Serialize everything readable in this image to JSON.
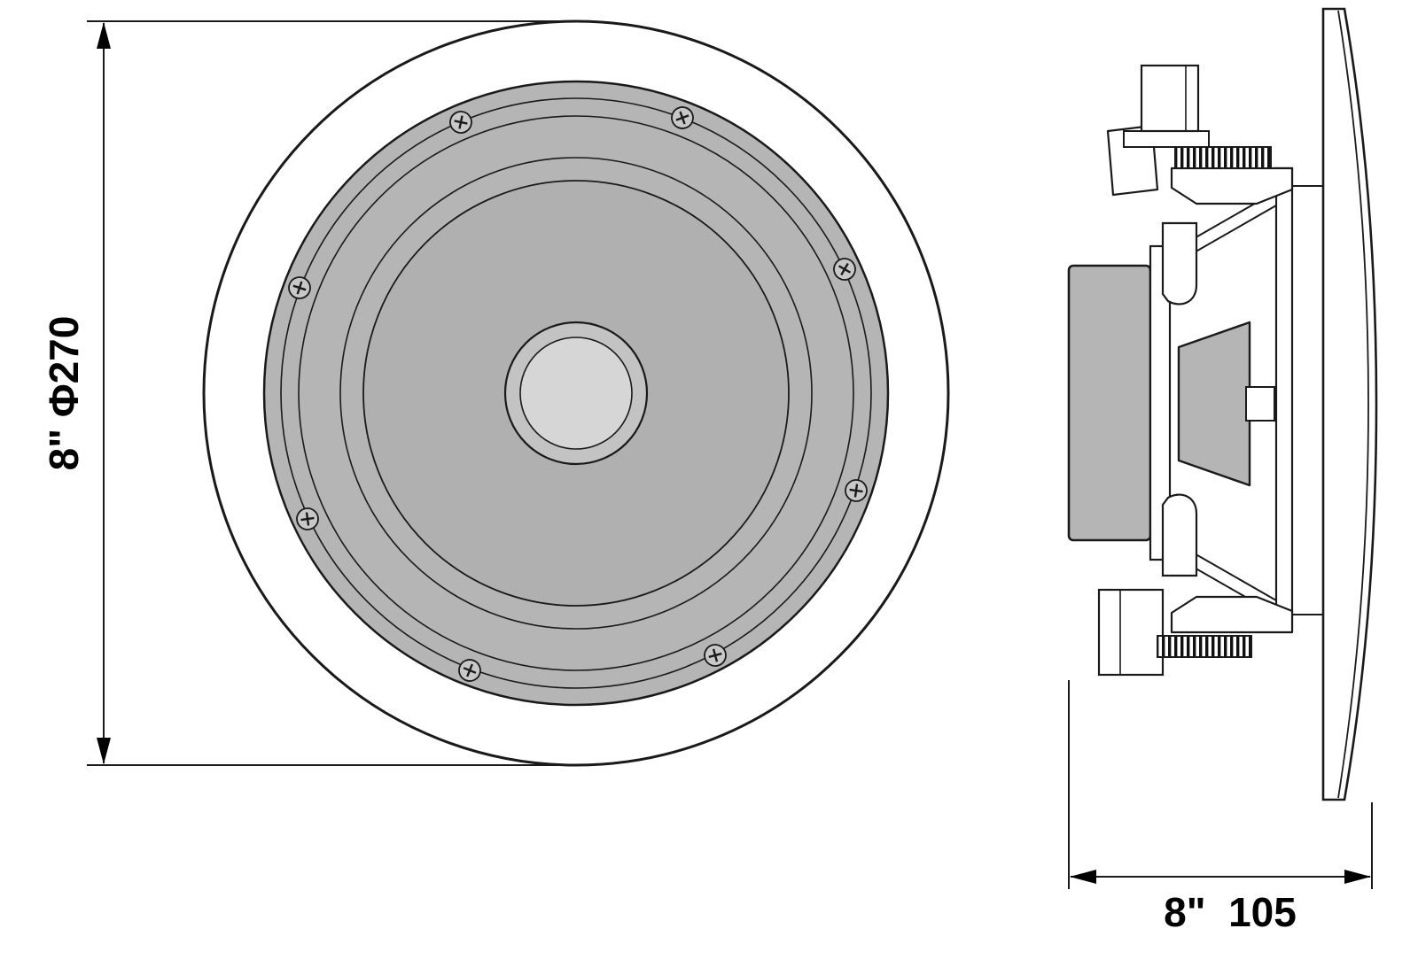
{
  "front_view": {
    "dimension_label": "8\" Φ270",
    "screw_count": 8
  },
  "side_view": {
    "dimension_label": "8\"  105"
  },
  "colors": {
    "line": "#1a1a1a",
    "bezel_gray": "#b5b5b5",
    "cone_gray": "#b0b0b0",
    "dustcap_ring_gray": "#c3c3c3",
    "dustcap_center_gray": "#d6d6d6",
    "screw_gray": "#c8c8c8",
    "background": "#ffffff"
  }
}
